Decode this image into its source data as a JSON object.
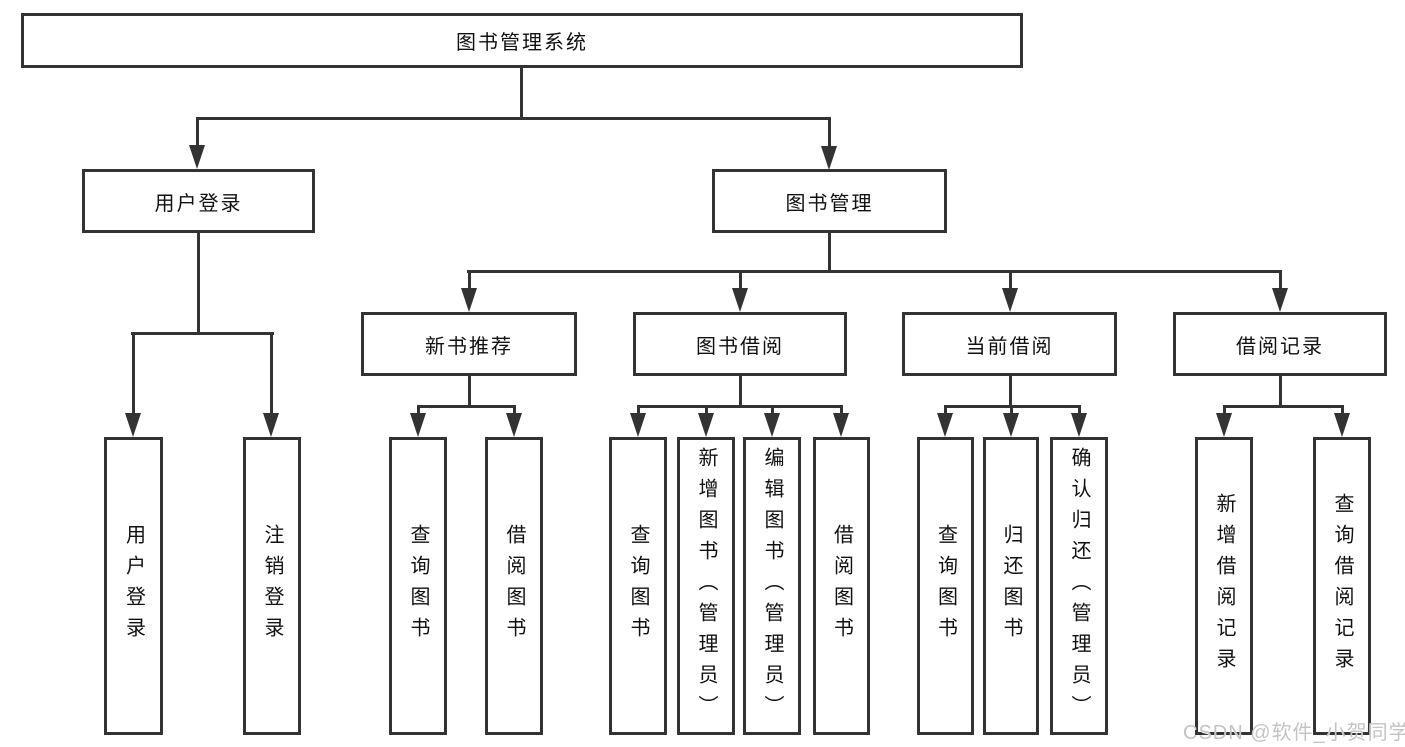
{
  "diagram_type": "hierarchy-tree",
  "colors": {
    "line": "#333333",
    "text": "#111111",
    "background": "#ffffff",
    "watermark": "#c4c4c4"
  },
  "tree": {
    "label": "图书管理系统",
    "children": [
      {
        "label": "用户登录",
        "children": [
          {
            "label": "用户登录"
          },
          {
            "label": "注销登录"
          }
        ]
      },
      {
        "label": "图书管理",
        "children": [
          {
            "label": "新书推荐",
            "children": [
              {
                "label": "查询图书"
              },
              {
                "label": "借阅图书"
              }
            ]
          },
          {
            "label": "图书借阅",
            "children": [
              {
                "label": "查询图书"
              },
              {
                "label": "新增图书（管理员）"
              },
              {
                "label": "编辑图书（管理员）"
              },
              {
                "label": "借阅图书"
              }
            ]
          },
          {
            "label": "当前借阅",
            "children": [
              {
                "label": "查询图书"
              },
              {
                "label": "归还图书"
              },
              {
                "label": "确认归还（管理员）"
              }
            ]
          },
          {
            "label": "借阅记录",
            "children": [
              {
                "label": "新增借阅记录"
              },
              {
                "label": "查询借阅记录"
              }
            ]
          }
        ]
      }
    ]
  },
  "watermark": "CSDN @软件_小贺同学"
}
